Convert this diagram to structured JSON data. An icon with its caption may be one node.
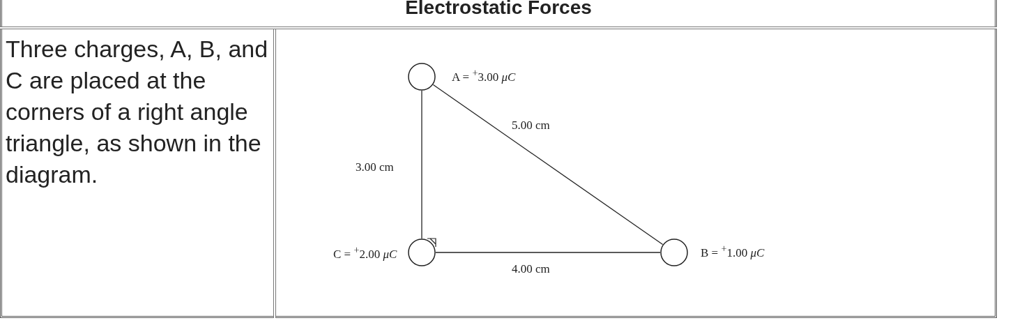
{
  "diagram": {
    "title": "Electrostatic Forces",
    "nodes": [
      {
        "text": [],
        "shape": "circle",
        "beside": [
          "A = $^{+}$3.00 *μC*"
        ]
      },
      {
        "text": [],
        "shape": "circle",
        "beside": [
          "B = $^{+}$1.00 *μC*"
        ]
      },
      {
        "text": [],
        "shape": "circle",
        "beside": [
          "C = $^{+}$2.00 *μC*"
        ]
      }
    ],
    "edges": [
      {
        "from": 0,
        "to": 2,
        "arrow": "none",
        "label": "3.00 cm"
      },
      {
        "from": 0,
        "to": 1,
        "arrow": "none",
        "label": "5.00 cm"
      },
      {
        "from": 2,
        "to": 1,
        "arrow": "none",
        "label": "4.00 cm"
      }
    ],
    "labels": [
      "Three charges, A, B, and C are placed at the corners of a right angle triangle, as shown in the diagram."
    ]
  }
}
